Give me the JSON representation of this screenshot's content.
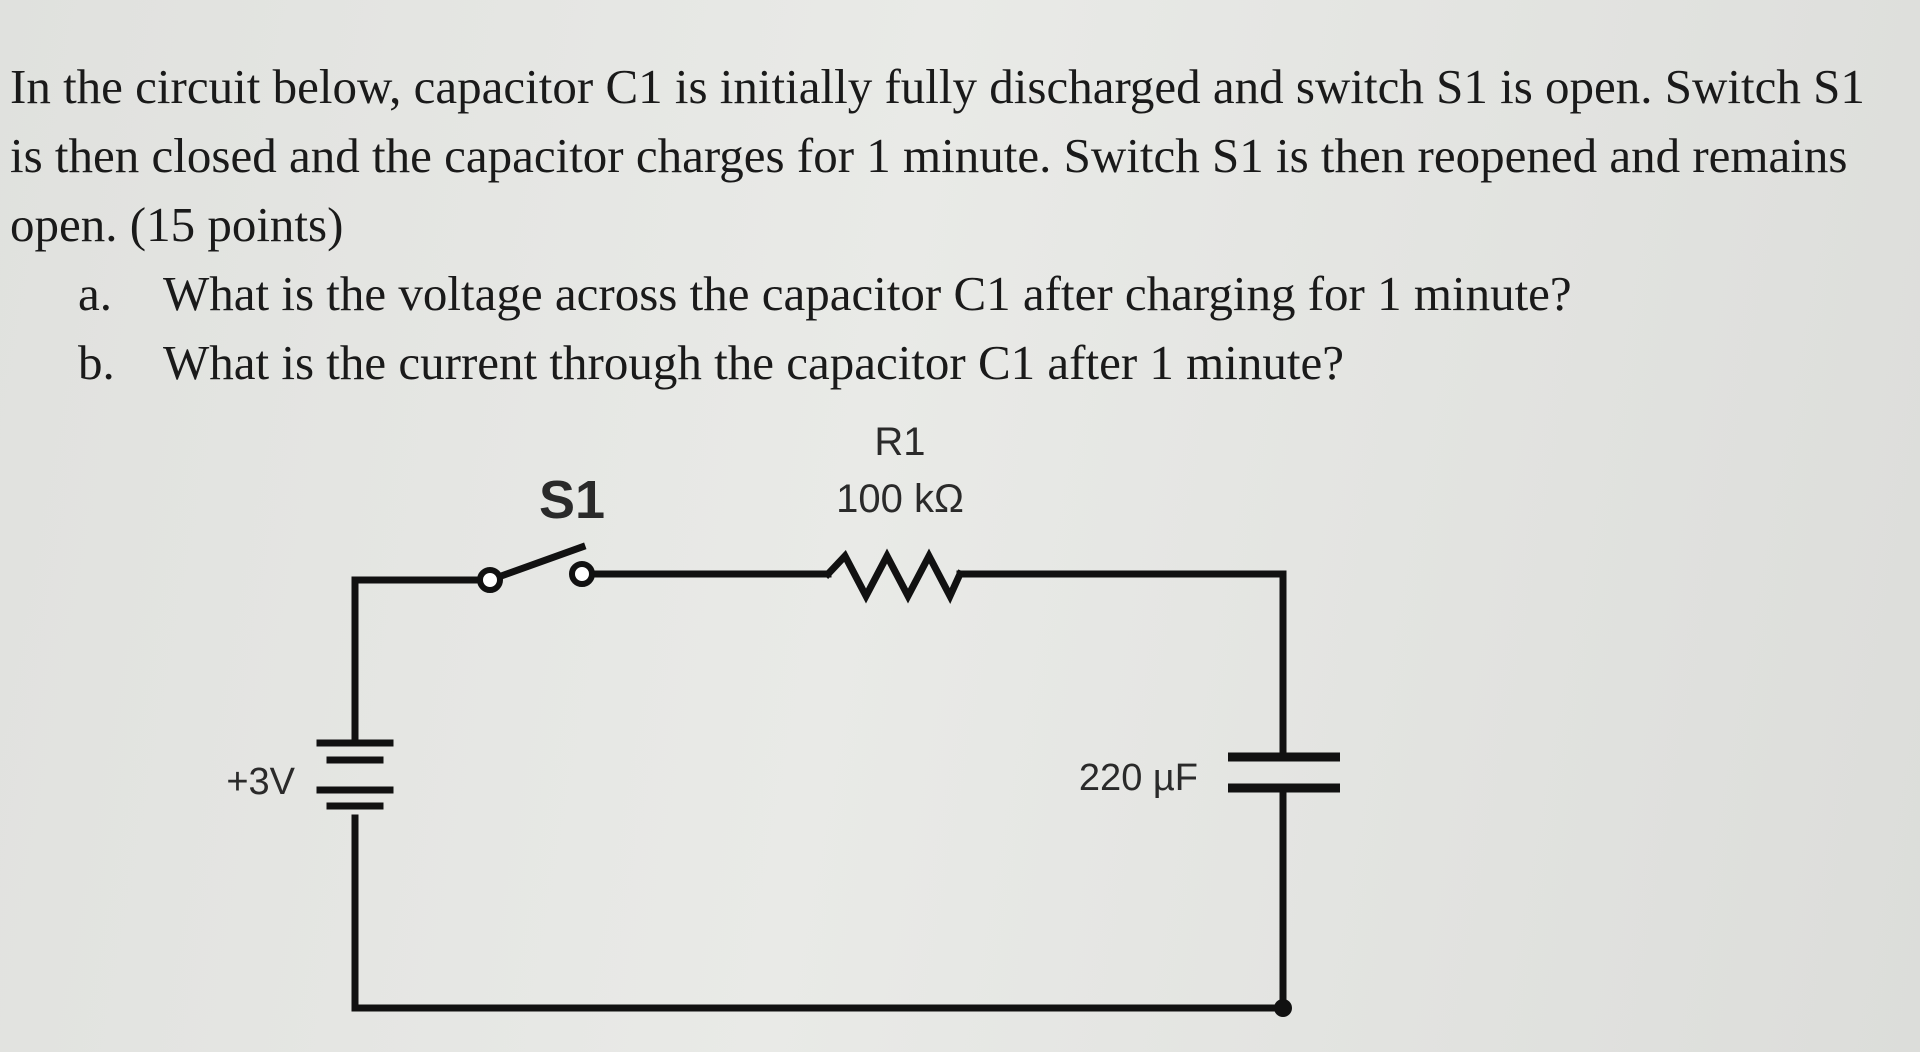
{
  "problem": {
    "intro": "In the circuit below, capacitor C1 is initially fully discharged and switch S1 is open. Switch S1 is then closed and the capacitor charges for 1 minute. Switch S1 is then reopened and remains open. (15 points)",
    "questions": [
      {
        "marker": "a.",
        "text": "What is the voltage across the capacitor C1 after charging for 1 minute?"
      },
      {
        "marker": "b.",
        "text": "What is the current through the capacitor C1 after 1 minute?"
      }
    ]
  },
  "circuit": {
    "switch_label": "S1",
    "resistor_label": "R1",
    "resistor_value": "100 kΩ",
    "battery_label": "+3V",
    "capacitor_value": "220 µF"
  }
}
